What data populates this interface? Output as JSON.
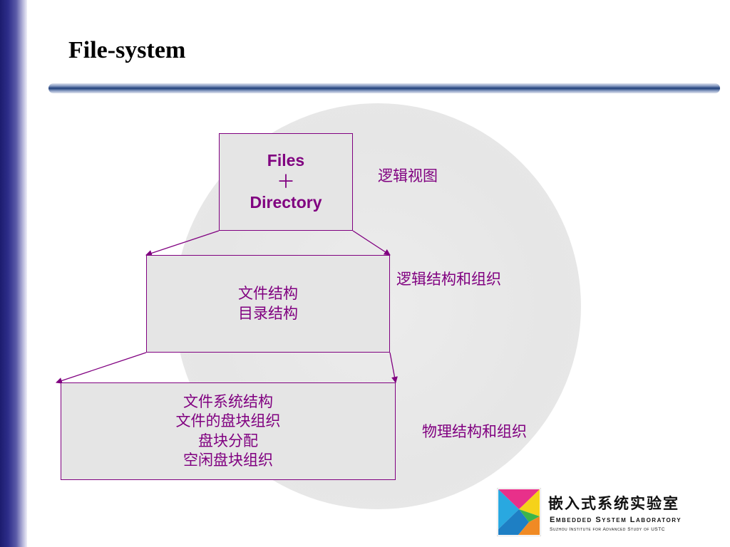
{
  "slide": {
    "title": "File-system"
  },
  "diagram": {
    "top_box": {
      "line1": "Files",
      "line2": "＋",
      "line3": "Directory"
    },
    "middle_box": {
      "line1": "文件结构",
      "line2": "目录结构"
    },
    "bottom_box": {
      "line1": "文件系统结构",
      "line2": "文件的盘块组织",
      "line3": "盘块分配",
      "line4": "空闲盘块组织"
    },
    "side_labels": {
      "logical_view": "逻辑视图",
      "logical_org": "逻辑结构和组织",
      "physical_org": "物理结构和组织"
    },
    "accent_color": "#800080",
    "box_fill": "#e5e5e5"
  },
  "logo": {
    "name_cn": "嵌入式系统实验室",
    "name_en": "Embedded System Laboratory",
    "subtitle": "Suzhou Institute for Advanced Study of USTC"
  }
}
